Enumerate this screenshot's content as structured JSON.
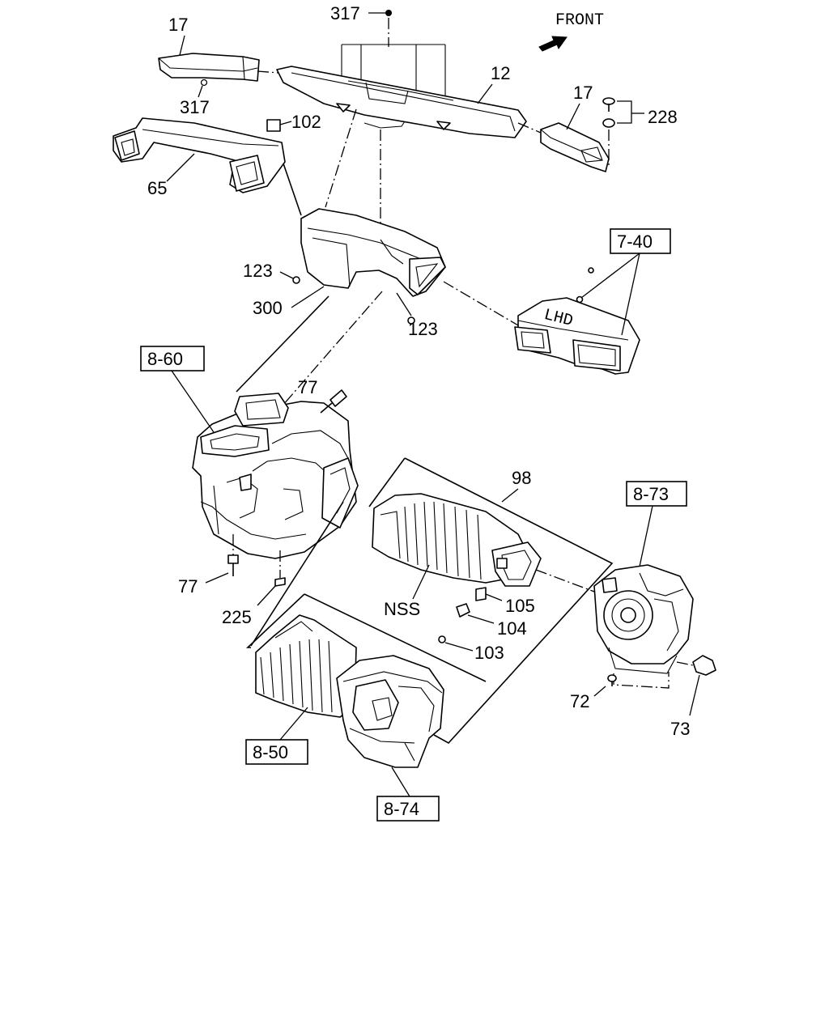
{
  "direction_label": "FRONT",
  "callouts": {
    "c317_top": "317",
    "c317_left": "317",
    "c17_left": "17",
    "c17_right": "17",
    "c12": "12",
    "c228": "228",
    "c102": "102",
    "c65": "65",
    "c123_left": "123",
    "c123_right": "123",
    "c300": "300",
    "c77_top": "77",
    "c77_bottom": "77",
    "c98": "98",
    "c225": "225",
    "cNSS": "NSS",
    "c105": "105",
    "c104": "104",
    "c103": "103",
    "c72": "72",
    "c73": "73"
  },
  "boxed_refs": {
    "r740": "7-40",
    "r860": "8-60",
    "r873": "8-73",
    "r850": "8-50",
    "r874": "8-74"
  },
  "lhd_marking": "LHD"
}
